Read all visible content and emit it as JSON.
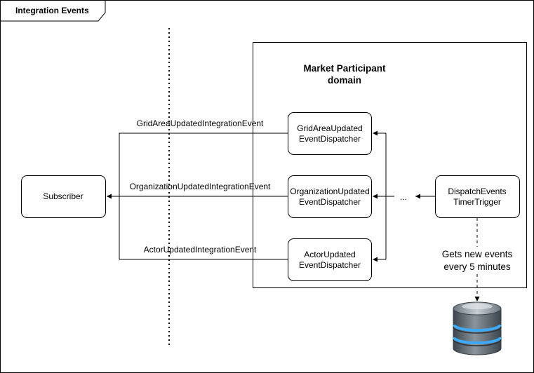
{
  "frame": {
    "title": "Integration Events"
  },
  "domain": {
    "title_line1": "Market Participant",
    "title_line2": "domain"
  },
  "subscriber": {
    "label": "Subscriber"
  },
  "dispatchers": [
    {
      "line1": "GridAreaUpdated",
      "line2": "EventDispatcher",
      "event": "GridAreaUpdatedIntegrationEvent"
    },
    {
      "line1": "OrganizationUpdated",
      "line2": "EventDispatcher",
      "event": "OrganizationUpdatedIntegrationEvent"
    },
    {
      "line1": "ActorUpdated",
      "line2": "EventDispatcher",
      "event": "ActorUpdatedIntegrationEvent"
    }
  ],
  "ellipsis": "...",
  "timer": {
    "line1": "DispatchEvents",
    "line2": "TimerTrigger"
  },
  "note": {
    "line1": "Gets new events",
    "line2": "every 5 minutes"
  },
  "colors": {
    "stroke": "#000000",
    "db_body": "#5f6a73",
    "db_highlight": "#3fa9f5"
  },
  "icons": {
    "database": "database-icon"
  }
}
